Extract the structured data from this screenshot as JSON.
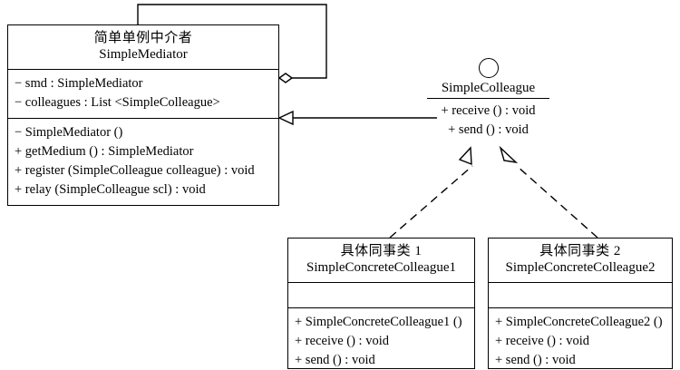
{
  "diagram": {
    "title": "SimpleMediator UML class diagram",
    "type": "uml-class-diagram",
    "colors": {
      "stroke": "#000000",
      "fill": "#ffffff",
      "text": "#000000"
    }
  },
  "classes": {
    "mediator": {
      "name_cn": "简单单例中介者",
      "name_en": "SimpleMediator",
      "attributes": [
        "− smd : SimpleMediator",
        "− colleagues : List <SimpleColleague>"
      ],
      "operations": [
        "− SimpleMediator ()",
        "+ getMedium () : SimpleMediator",
        "+ register (SimpleColleague colleague) : void",
        "+ relay (SimpleColleague scl) : void"
      ]
    },
    "concrete1": {
      "name_cn": "具体同事类 1",
      "name_en": "SimpleConcreteColleague1",
      "attributes": [],
      "operations": [
        "+ SimpleConcreteColleague1 ()",
        "+ receive () : void",
        "+ send () : void"
      ]
    },
    "concrete2": {
      "name_cn": "具体同事类 2",
      "name_en": "SimpleConcreteColleague2",
      "attributes": [],
      "operations": [
        "+ SimpleConcreteColleague2 ()",
        "+ receive () : void",
        "+ send () : void"
      ]
    }
  },
  "interfaces": {
    "colleague": {
      "name": "SimpleColleague",
      "notation": "lollipop-circle",
      "operations": [
        "+ receive () : void",
        "+ send () : void"
      ]
    }
  },
  "relationships": [
    {
      "id": "self-aggregation",
      "from": "SimpleMediator",
      "to": "SimpleMediator",
      "type": "aggregation",
      "marker": "hollow-diamond",
      "line": "solid"
    },
    {
      "id": "colleague-to-mediator",
      "from": "SimpleColleague",
      "to": "SimpleMediator",
      "type": "association",
      "marker": "hollow-triangle",
      "line": "solid"
    },
    {
      "id": "concrete1-realizes-colleague",
      "from": "SimpleConcreteColleague1",
      "to": "SimpleColleague",
      "type": "realization",
      "marker": "hollow-triangle",
      "line": "dashed"
    },
    {
      "id": "concrete2-realizes-colleague",
      "from": "SimpleConcreteColleague2",
      "to": "SimpleColleague",
      "type": "realization",
      "marker": "hollow-triangle",
      "line": "dashed"
    }
  ]
}
